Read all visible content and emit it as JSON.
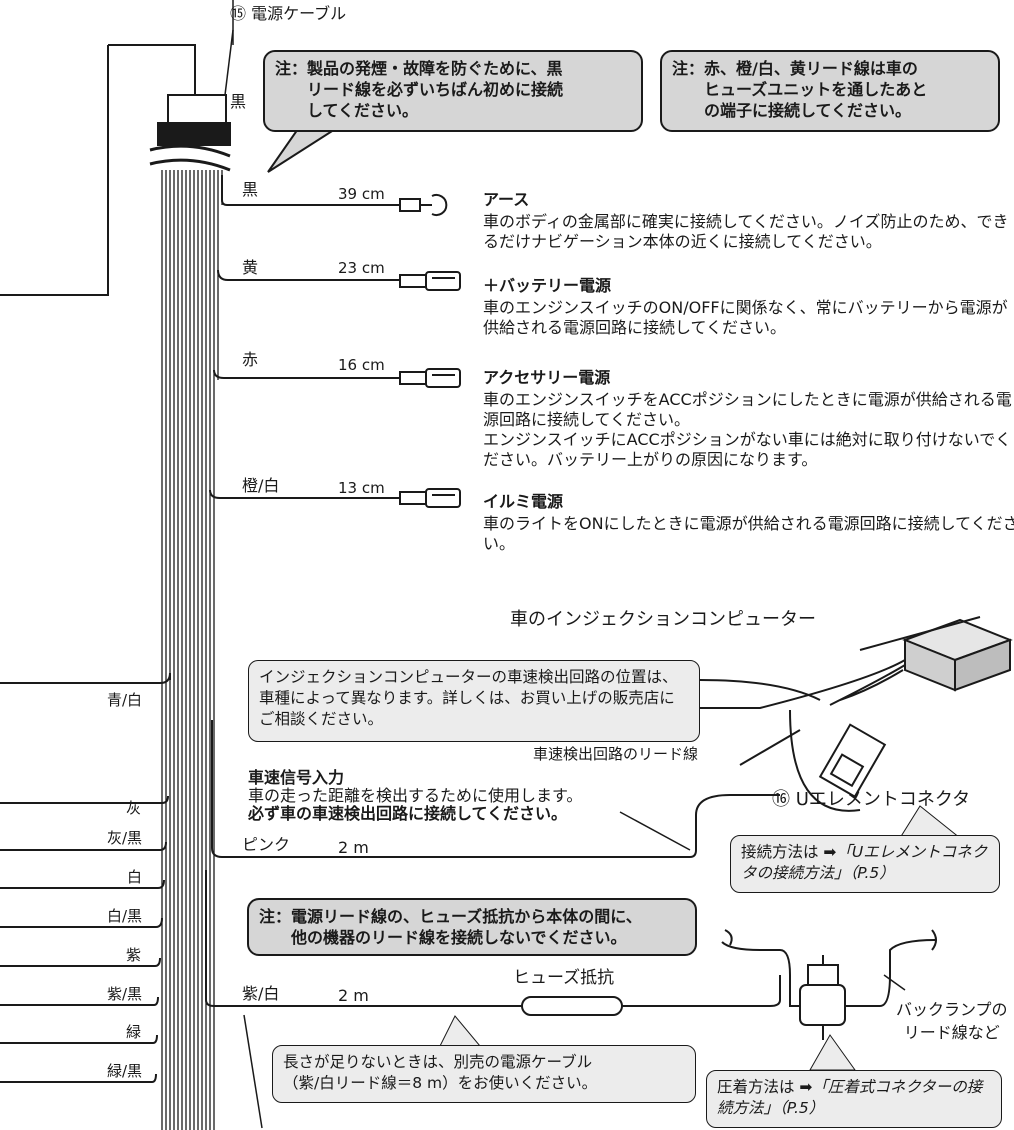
{
  "power_cable": {
    "label": "⑮ 電源ケーブル",
    "color_top": "黒"
  },
  "callouts": {
    "black_first": "注：製品の発煙・故障を防ぐために、黒\n　　リード線を必ずいちばん初めに接続\n　　してください。",
    "fuse_unit": "注：赤、橙/白、黄リード線は車の\n　　ヒューズユニットを通したあと\n　　の端子に接続してください。",
    "no_other_leads": "注：電源リード線の、ヒューズ抵抗から本体の間に、\n　　他の機器のリード線を接続しないでください。"
  },
  "leads": [
    {
      "color": "黒",
      "length": "39 cm",
      "title": "アース",
      "desc": "車のボディの金属部に確実に接続してください。ノイズ防止のため、できるだけナビゲーション本体の近くに接続してください。"
    },
    {
      "color": "黄",
      "length": "23 cm",
      "title": "＋バッテリー電源",
      "desc": "車のエンジンスイッチのON/OFFに関係なく、常にバッテリーから電源が供給される電源回路に接続してください。"
    },
    {
      "color": "赤",
      "length": "16 cm",
      "title": "アクセサリー電源",
      "desc": "車のエンジンスイッチをACCポジションにしたときに電源が供給される電源回路に接続してください。\nエンジンスイッチにACCポジションがない車には絶対に取り付けないでください。バッテリー上がりの原因になります。"
    },
    {
      "color": "橙/白",
      "length": "13 cm",
      "title": "イルミ電源",
      "desc": "車のライトをONにしたときに電源が供給される電源回路に接続してください。"
    }
  ],
  "injection": {
    "computer_label": "車のインジェクションコンピューター",
    "note": "インジェクションコンピューターの車速検出回路の位置は、車種によって異なります。詳しくは、お買い上げの販売店にご相談ください。",
    "lead_label": "車速検出回路のリード線",
    "connector_label": "⑯ Uエレメントコネクタ",
    "connector_note_prefix": "接続方法は ➡",
    "connector_note_ref": "「Uエレメントコネクタの接続方法」（P.5）"
  },
  "speed": {
    "title": "車速信号入力",
    "desc": "車の走った距離を検出するために使用します。",
    "desc_bold": "必ず車の車速検出回路に接続してください。",
    "color": "ピンク",
    "length": "2 m"
  },
  "left_wires": [
    "青/白",
    "灰",
    "灰/黒",
    "白",
    "白/黒",
    "紫",
    "紫/黒",
    "緑",
    "緑/黒"
  ],
  "purple_white": {
    "color": "紫/白",
    "length": "2 m",
    "fuse_label": "ヒューズ抵抗"
  },
  "back_lamp": "バックランプの\nリード線など",
  "length_note": "長さが足りないときは、別売の電源ケーブル\n（紫/白リード線＝8 m）をお使いください。",
  "crimp": {
    "prefix": "圧着方法は ➡",
    "ref": "「圧着式コネクターの接続方法」（P.5）"
  }
}
